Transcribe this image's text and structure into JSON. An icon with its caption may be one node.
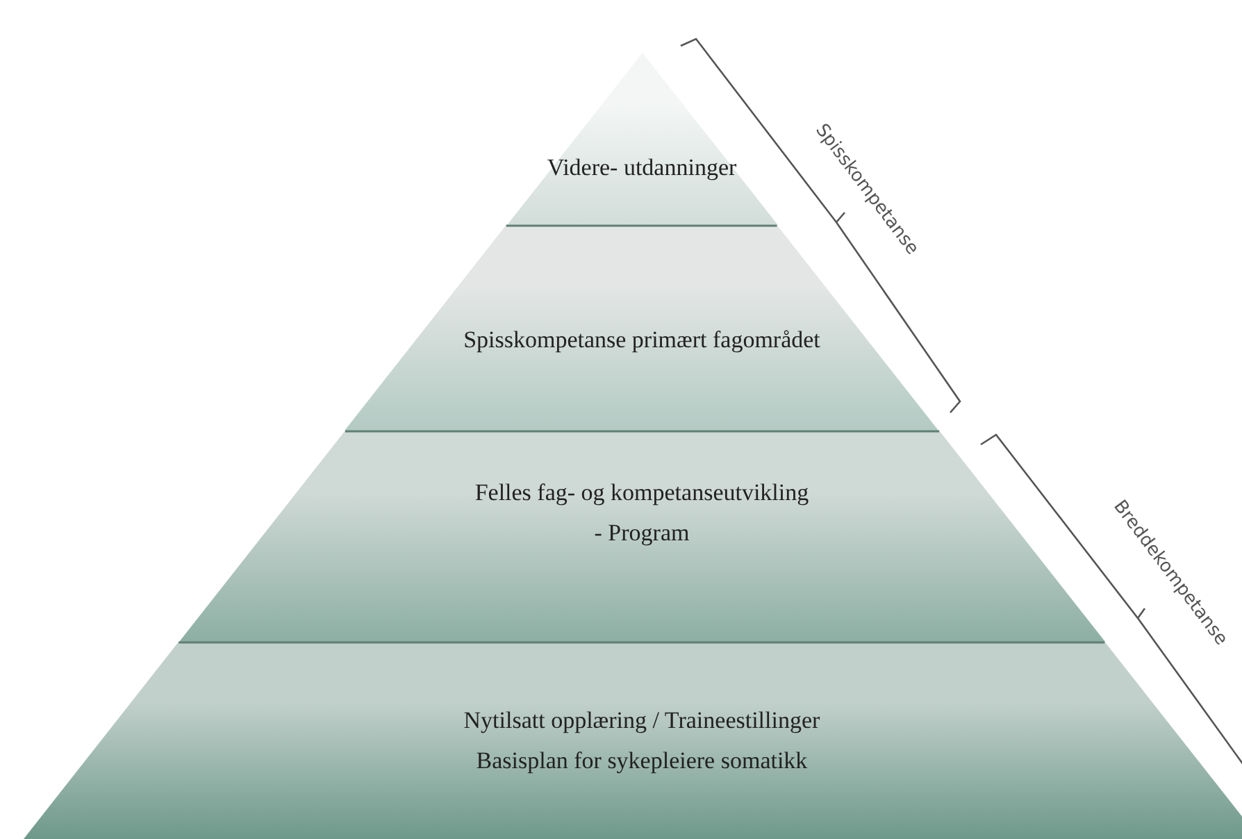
{
  "diagram": {
    "nodes": [
      {
        "text": [
          "Videre- utdanninger"
        ]
      },
      {
        "text": [
          "Spisskompetanse primært fagområdet"
        ]
      },
      {
        "text": [
          "Felles fag- og kompetanseutvikling",
          "- Program"
        ]
      },
      {
        "text": [
          "Nytilsatt opplæring / Traineestillinger",
          "Basisplan for sykepleiere somatikk"
        ]
      }
    ],
    "edges": [],
    "labels": [
      "Spisskompetanse",
      "Breddekompetanse"
    ]
  }
}
